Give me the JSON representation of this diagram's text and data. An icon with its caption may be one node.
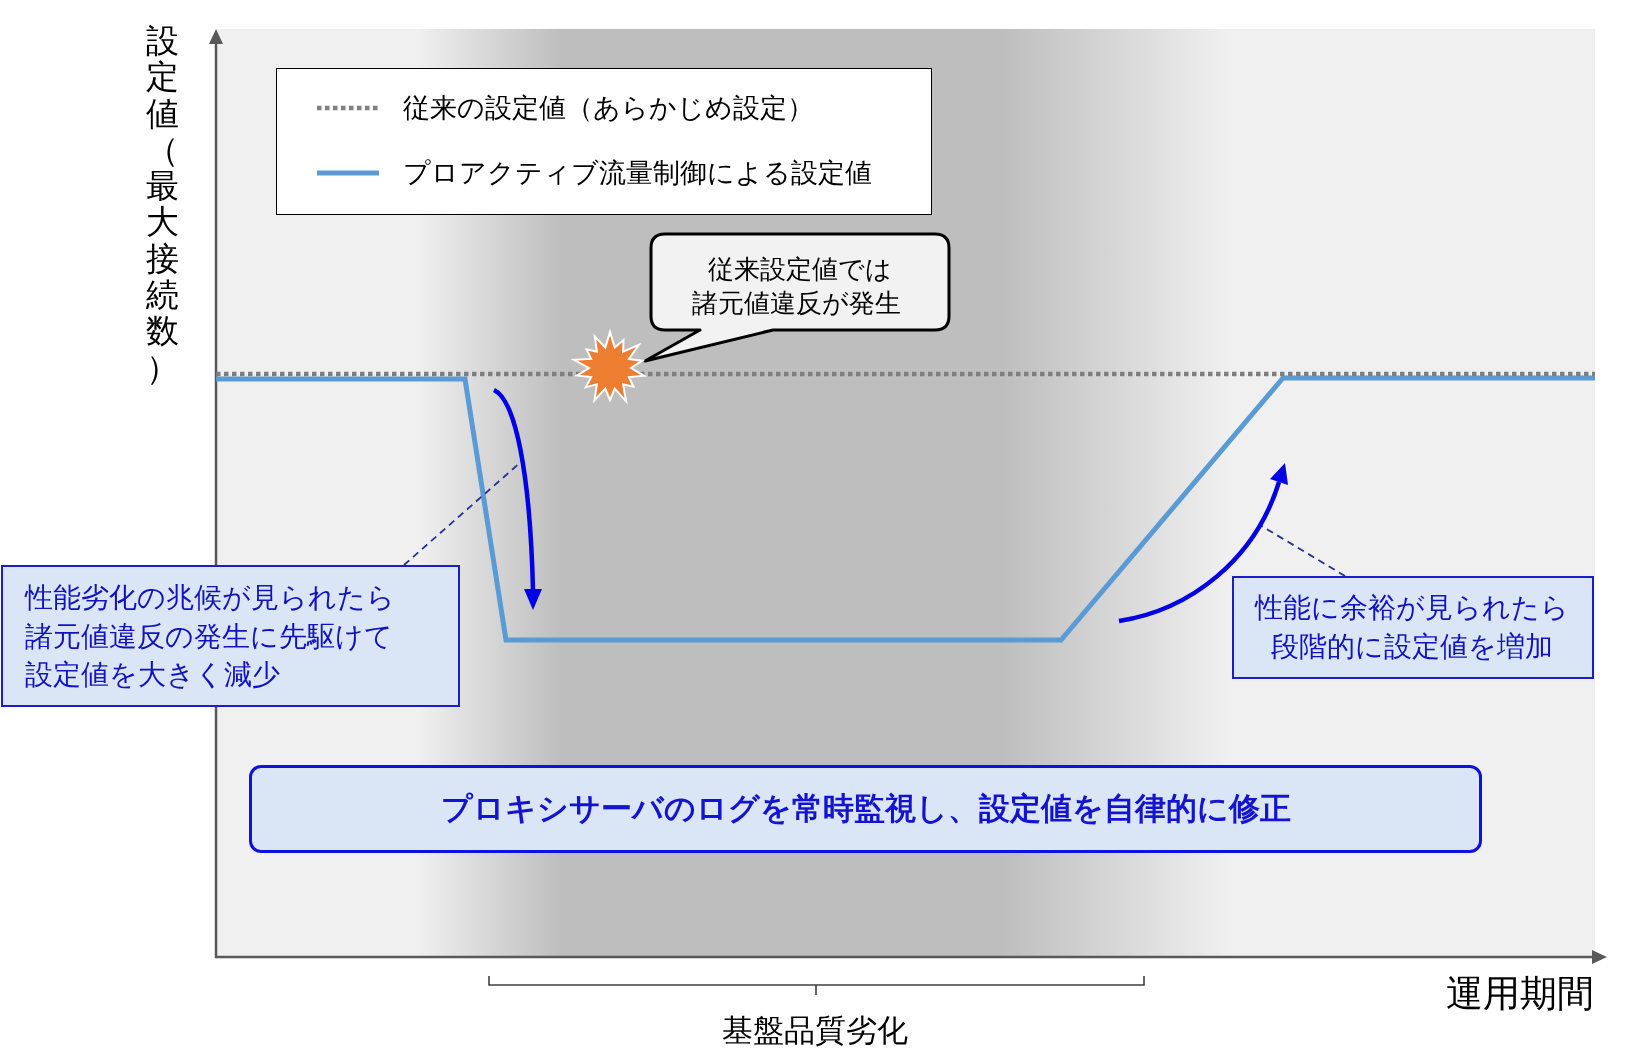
{
  "diagram": {
    "nodes": [
      {
        "text": [
          "従来設定値では諸元値違反が発生"
        ]
      },
      {
        "text": [],
        "shape": "arrow"
      },
      {
        "text": [],
        "shape": "arrow"
      },
      {
        "text": [
          "性能劣化の兆候が見られたら諸元値違反の発生に先駆けて設定値を大きく減少"
        ]
      },
      {
        "text": [
          "性能に余裕が見られたら段階的に設定値を増加"
        ]
      },
      {
        "text": [
          "プロキシサーバのログを常時監視し、設定値を自律的に修正"
        ]
      }
    ],
    "edges": [
      {
        "from": 3,
        "to": 1,
        "arrow": "none",
        "style": "dashed"
      },
      {
        "from": 4,
        "to": 2,
        "arrow": "none",
        "style": "dashed"
      }
    ],
    "labels": [
      "設定値（最大接続数）",
      "運用期間",
      "基盤品質劣化"
    ],
    "legend": [
      {
        "text": "従来の設定値（あらかじめ設定）"
      },
      {
        "text": "プロアクティブ流量制御による設定値"
      }
    ]
  }
}
